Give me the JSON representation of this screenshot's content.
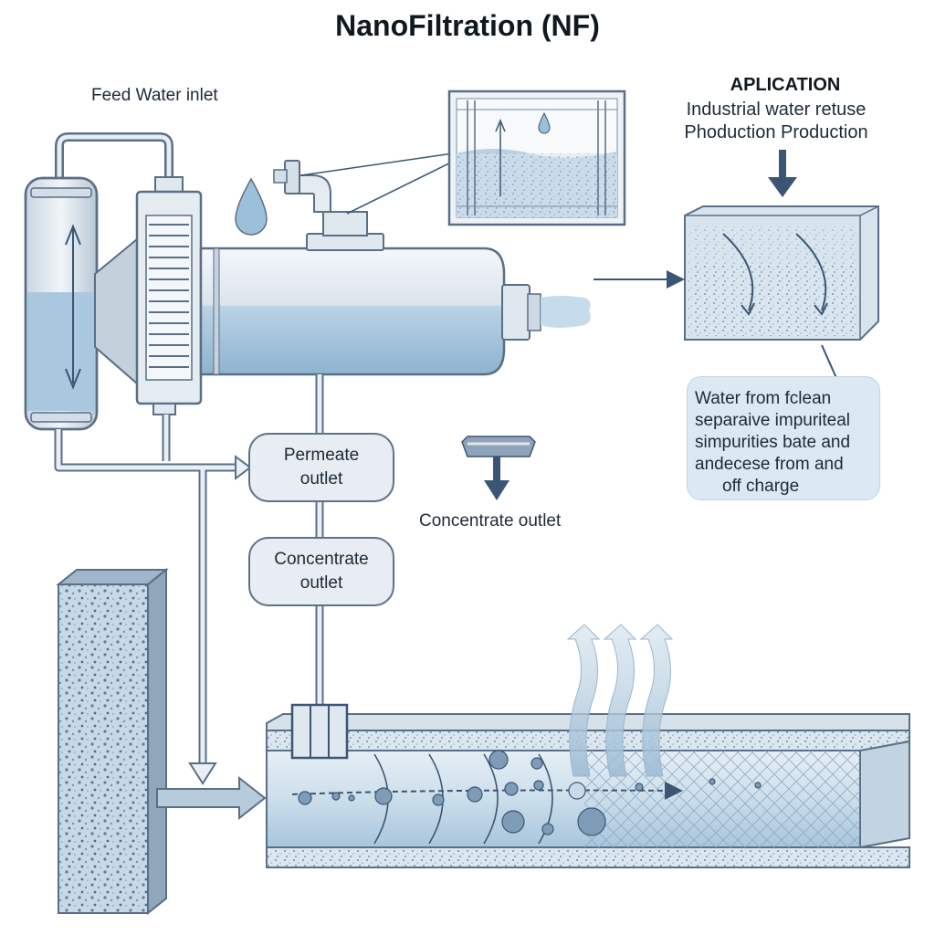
{
  "title": "NanoFiltration (NF)",
  "labels": {
    "feed_inlet": "Feed Water inlet",
    "concentrate_outlet_free": "Concentrate outlet"
  },
  "application": {
    "heading": "APLICATION",
    "lines": [
      "Industrial water retuse",
      "Phoduction Production"
    ]
  },
  "pills": {
    "permeate": [
      "Permeate",
      "outlet"
    ],
    "concentrate": [
      "Concentrate",
      "outlet"
    ]
  },
  "description": {
    "lines": [
      "Water from fclean",
      "separaive impuriteal",
      "simpurities bate and",
      "andecese from and",
      "off charge"
    ]
  },
  "colors": {
    "pipe_fill": "#dfe7ef",
    "pipe_stroke": "#5a6f86",
    "water": "#a9c8df",
    "accent": "#3b5674"
  }
}
